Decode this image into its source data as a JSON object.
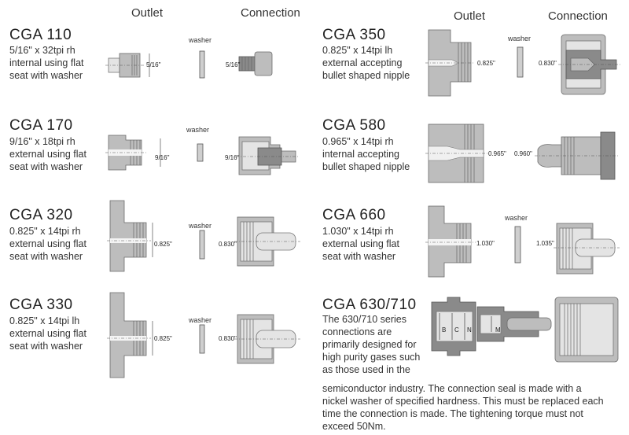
{
  "headers": {
    "left_outlet": "Outlet",
    "left_connection": "Connection",
    "right_outlet": "Outlet",
    "right_connection": "Connection"
  },
  "washer_label": "washer",
  "entries": {
    "cga110": {
      "title": "CGA 110",
      "lines": [
        "5/16\" x 32tpi rh",
        "internal using flat",
        "seat with washer"
      ],
      "dim_outlet": "5/16\"",
      "dim_conn": "5/16\""
    },
    "cga170": {
      "title": "CGA 170",
      "lines": [
        "9/16\" x 18tpi rh",
        "external using flat",
        "seat with washer"
      ],
      "dim_outlet": "9/16\"",
      "dim_conn": "9/16\""
    },
    "cga320": {
      "title": "CGA 320",
      "lines": [
        "0.825\" x 14tpi rh",
        "external using flat",
        "seat with washer"
      ],
      "dim_outlet": "0.825\"",
      "dim_conn": "0.830\""
    },
    "cga330": {
      "title": "CGA 330",
      "lines": [
        "0.825\" x 14tpi lh",
        "external using flat",
        "seat with washer"
      ],
      "dim_outlet": "0.825\"",
      "dim_conn": "0.830\""
    },
    "cga350": {
      "title": "CGA 350",
      "lines": [
        "0.825\" x 14tpi lh",
        "external accepting",
        "bullet shaped nipple"
      ],
      "dim_outlet": "0.825\"",
      "dim_conn": "0.830\""
    },
    "cga580": {
      "title": "CGA 580",
      "lines": [
        "0.965\" x 14tpi rh",
        "internal accepting",
        "bullet shaped nipple"
      ],
      "dim_outlet": "0.965\"",
      "dim_conn": "0.960\""
    },
    "cga660": {
      "title": "CGA 660",
      "lines": [
        "1.030\" x 14tpi rh",
        "external using flat",
        "seat with washer"
      ],
      "dim_outlet": "1.030\"",
      "dim_conn": "1.035\""
    },
    "cga630": {
      "title": "CGA 630/710",
      "lines": [
        "The 630/710 series",
        "connections are",
        "primarily designed for",
        "high purity gases such",
        "as those used in the"
      ],
      "para": [
        "semiconductor industry. The connection seal is made with a",
        "nickel washer of specified hardness. This must be replaced each",
        "time the connection is made. The tightening torque must not",
        "exceed 50Nm."
      ],
      "diagram_letters": [
        "B",
        "C",
        "N",
        "M"
      ]
    }
  }
}
